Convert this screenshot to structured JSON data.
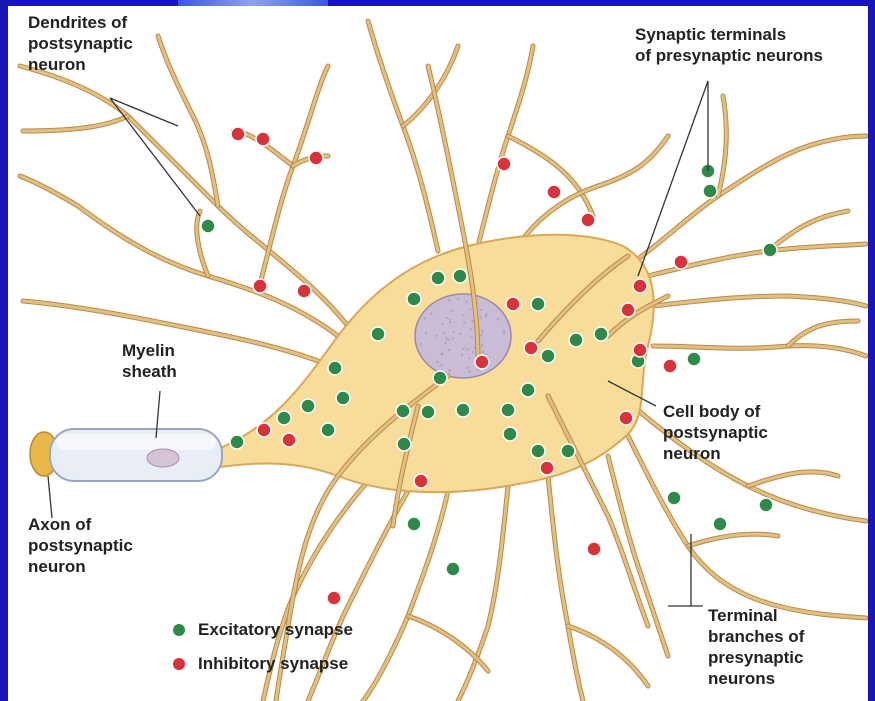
{
  "labels": {
    "dendrites": "Dendrites of\npostsynaptic\nneuron",
    "synaptic_terminals": "Synaptic terminals\nof presynaptic neurons",
    "myelin": "Myelin\nsheath",
    "axon": "Axon of\npostsynaptic\nneuron",
    "cell_body": "Cell body of\npostsynaptic\nneuron",
    "terminal_branches": "Terminal\nbranches of\npresynaptic\nneurons"
  },
  "legend": {
    "excitatory": "Excitatory synapse",
    "inhibitory": "Inhibitory synapse"
  },
  "colors": {
    "excitatory": "#2e8a4a",
    "inhibitory": "#d8333a",
    "dendrite": "#e2c083",
    "cell_body": "#f7dc9a",
    "nucleus": "#c9bcd4",
    "background": "#1a15b8"
  }
}
